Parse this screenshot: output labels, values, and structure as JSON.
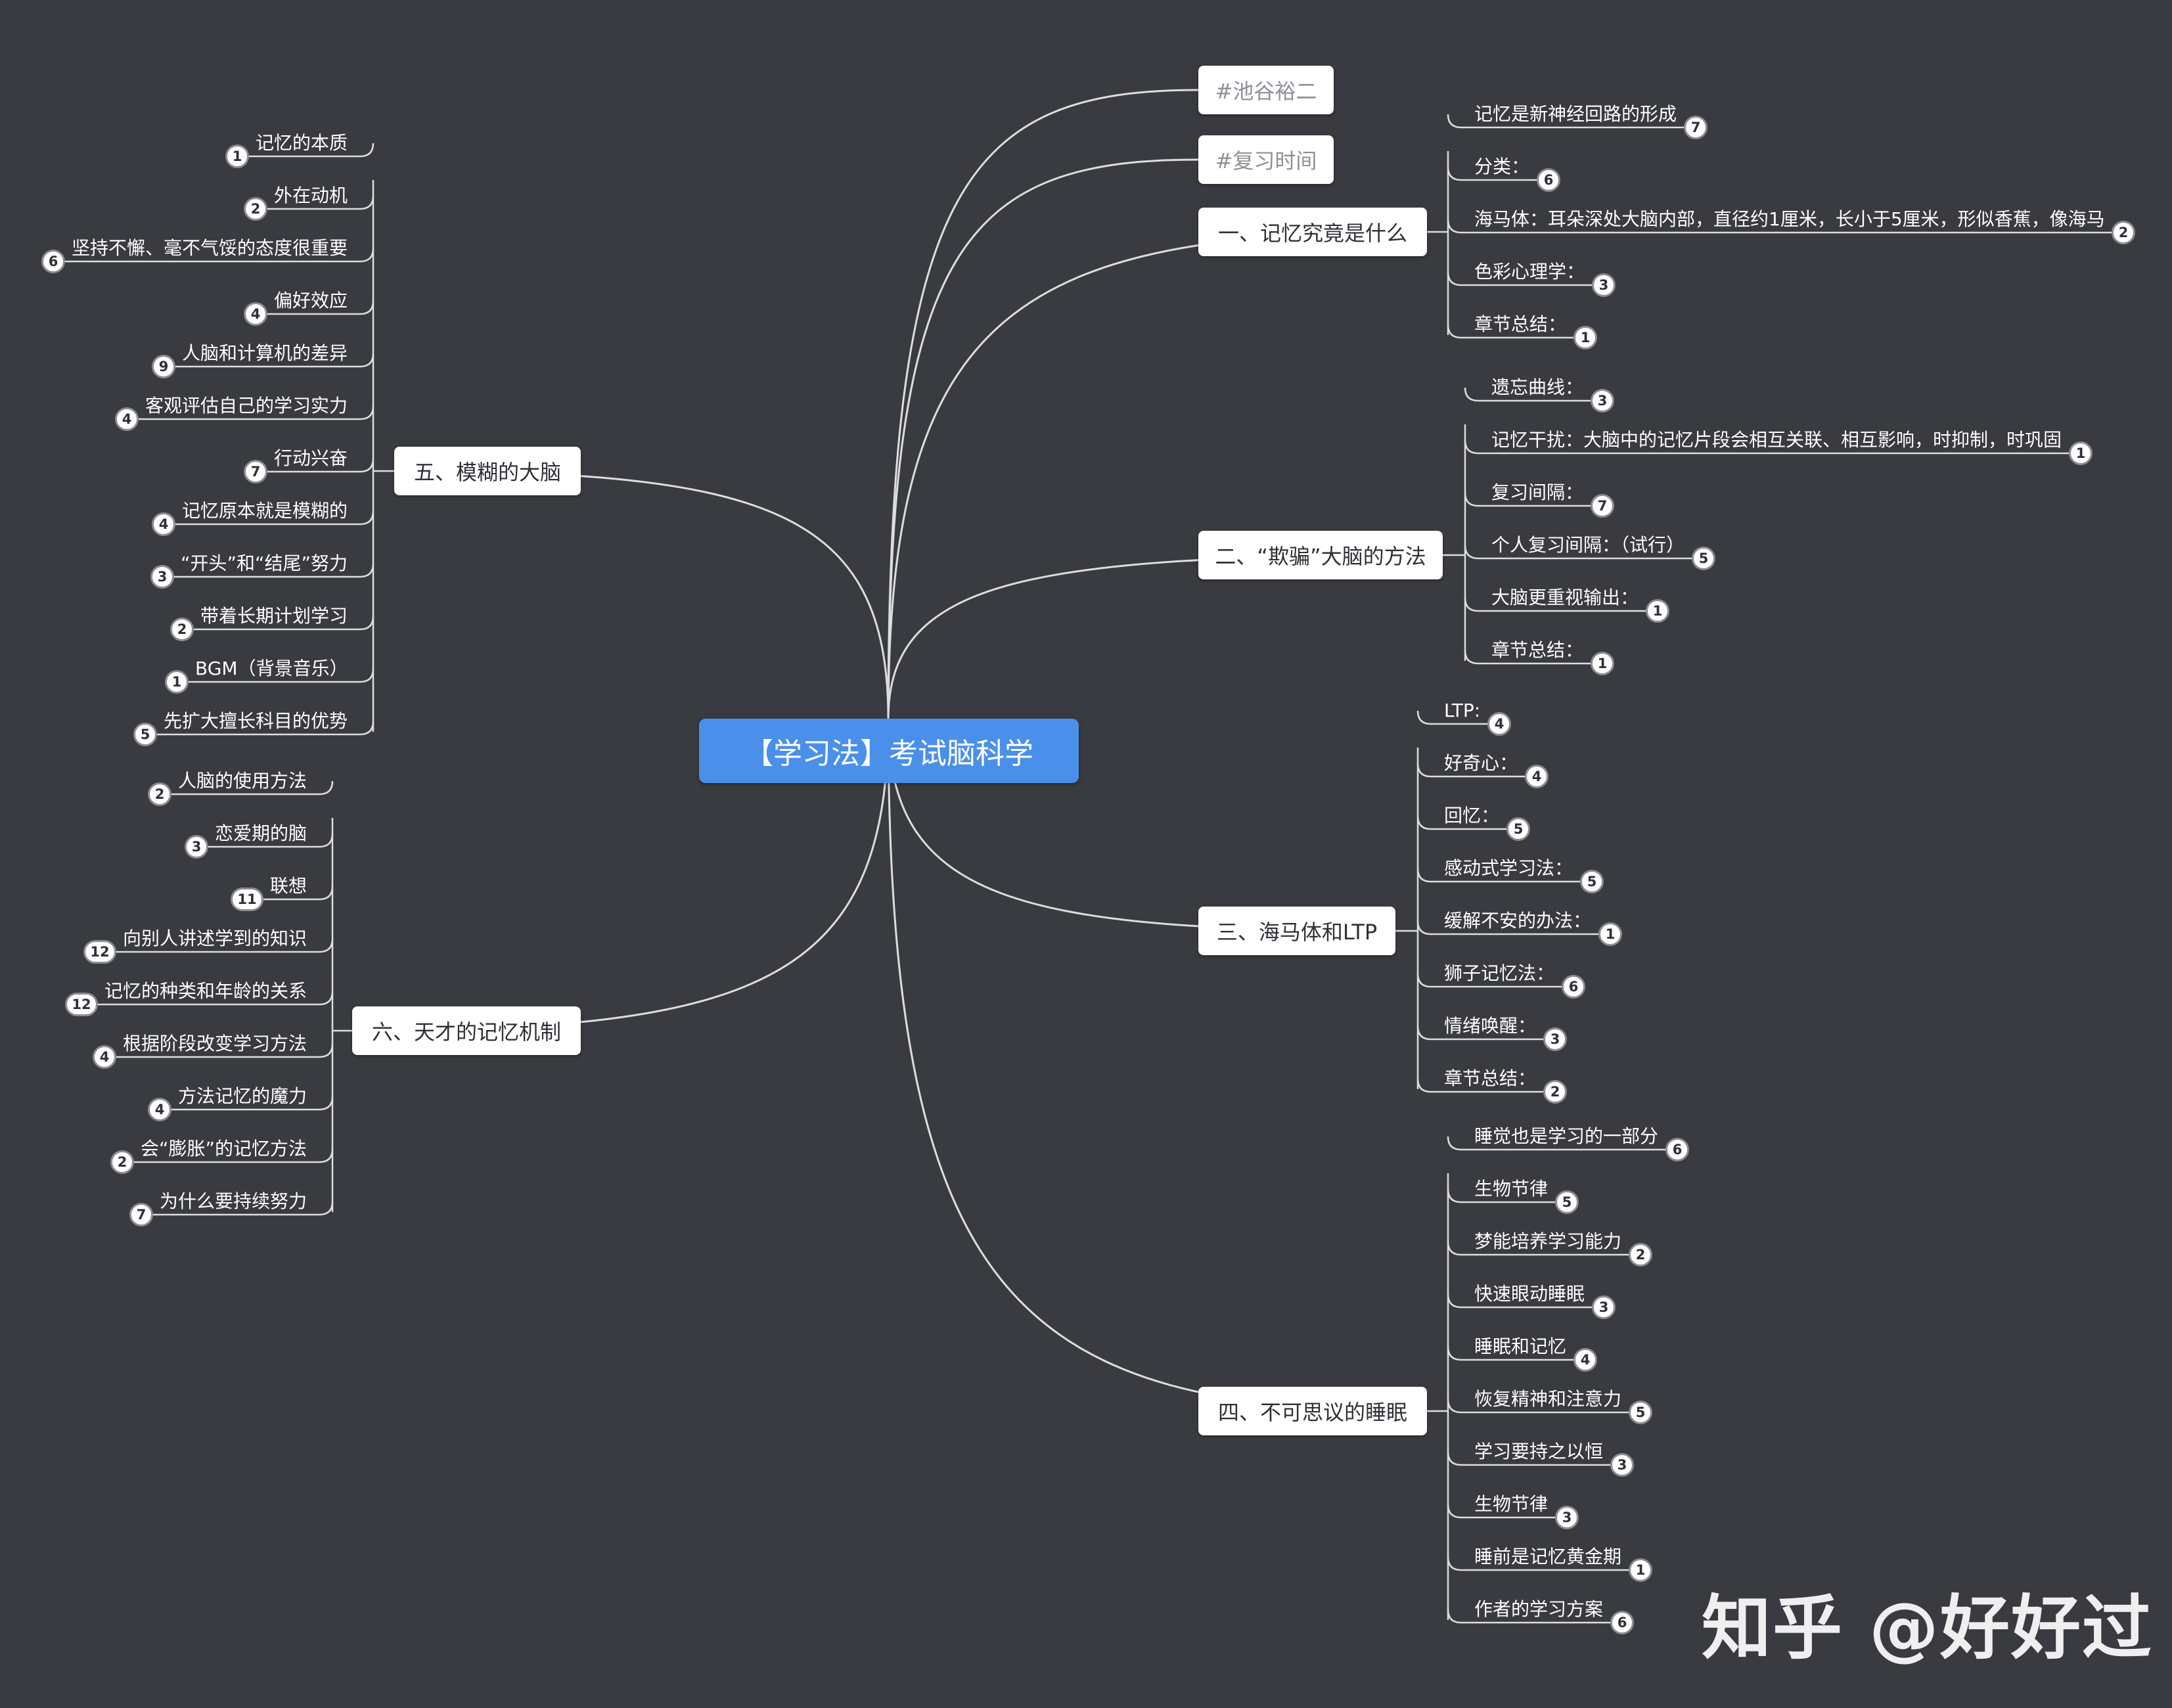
{
  "root": {
    "label": "【学习法】考试脑科学"
  },
  "tags": [
    {
      "label": "#池谷裕二"
    },
    {
      "label": "#复习时间"
    }
  ],
  "branches": [
    {
      "label": "一、记忆究竟是什么",
      "children": [
        {
          "label": "记忆是新神经回路的形成",
          "count": "7"
        },
        {
          "label": "分类：",
          "count": "6"
        },
        {
          "label": "海马体：耳朵深处大脑内部，直径约1厘米，长小于5厘米，形似香蕉，像海马",
          "count": "2"
        },
        {
          "label": "色彩心理学：",
          "count": "3"
        },
        {
          "label": "章节总结：",
          "count": "1"
        }
      ]
    },
    {
      "label": "二、“欺骗”大脑的方法",
      "children": [
        {
          "label": "遗忘曲线：",
          "count": "3"
        },
        {
          "label": "记忆干扰：大脑中的记忆片段会相互关联、相互影响，时抑制，时巩固",
          "count": "1"
        },
        {
          "label": "复习间隔：",
          "count": "7"
        },
        {
          "label": "个人复习间隔：（试行）",
          "count": "5"
        },
        {
          "label": "大脑更重视输出：",
          "count": "1"
        },
        {
          "label": "章节总结：",
          "count": "1"
        }
      ]
    },
    {
      "label": "三、海马体和LTP",
      "children": [
        {
          "label": "LTP:",
          "count": "4"
        },
        {
          "label": "好奇心：",
          "count": "4"
        },
        {
          "label": "回忆：",
          "count": "5"
        },
        {
          "label": "感动式学习法：",
          "count": "5"
        },
        {
          "label": "缓解不安的办法：",
          "count": "1"
        },
        {
          "label": "狮子记忆法：",
          "count": "6"
        },
        {
          "label": "情绪唤醒：",
          "count": "3"
        },
        {
          "label": "章节总结：",
          "count": "2"
        }
      ]
    },
    {
      "label": "四、不可思议的睡眠",
      "children": [
        {
          "label": "睡觉也是学习的一部分",
          "count": "6"
        },
        {
          "label": "生物节律",
          "count": "5"
        },
        {
          "label": "梦能培养学习能力",
          "count": "2"
        },
        {
          "label": "快速眼动睡眠",
          "count": "3"
        },
        {
          "label": "睡眠和记忆",
          "count": "4"
        },
        {
          "label": "恢复精神和注意力",
          "count": "5"
        },
        {
          "label": "学习要持之以恒",
          "count": "3"
        },
        {
          "label": "生物节律",
          "count": "3"
        },
        {
          "label": "睡前是记忆黄金期",
          "count": "1"
        },
        {
          "label": "作者的学习方案",
          "count": "6"
        }
      ]
    },
    {
      "label": "五、模糊的大脑",
      "children": [
        {
          "label": "记忆的本质",
          "count": "1"
        },
        {
          "label": "外在动机",
          "count": "2"
        },
        {
          "label": "坚持不懈、毫不气馁的态度很重要",
          "count": "6"
        },
        {
          "label": "偏好效应",
          "count": "4"
        },
        {
          "label": "人脑和计算机的差异",
          "count": "9"
        },
        {
          "label": "客观评估自己的学习实力",
          "count": "4"
        },
        {
          "label": "行动兴奋",
          "count": "7"
        },
        {
          "label": "记忆原本就是模糊的",
          "count": "4"
        },
        {
          "label": "“开头”和“结尾”努力",
          "count": "3"
        },
        {
          "label": "带着长期计划学习",
          "count": "2"
        },
        {
          "label": "BGM（背景音乐）",
          "count": "1"
        },
        {
          "label": "先扩大擅长科目的优势",
          "count": "5"
        }
      ]
    },
    {
      "label": "六、天才的记忆机制",
      "children": [
        {
          "label": "人脑的使用方法",
          "count": "2"
        },
        {
          "label": "恋爱期的脑",
          "count": "3"
        },
        {
          "label": "联想",
          "count": "11"
        },
        {
          "label": "向别人讲述学到的知识",
          "count": "12"
        },
        {
          "label": "记忆的种类和年龄的关系",
          "count": "12"
        },
        {
          "label": "根据阶段改变学习方法",
          "count": "4"
        },
        {
          "label": "方法记忆的魔力",
          "count": "4"
        },
        {
          "label": "会“膨胀”的记忆方法",
          "count": "2"
        },
        {
          "label": "为什么要持续努力",
          "count": "7"
        }
      ]
    }
  ],
  "watermark": "知乎 @好好过",
  "colors": {
    "background": "#393b40",
    "root_fill": "#4a90ea",
    "node_fill": "#ffffff",
    "line": "#dcdde0"
  }
}
